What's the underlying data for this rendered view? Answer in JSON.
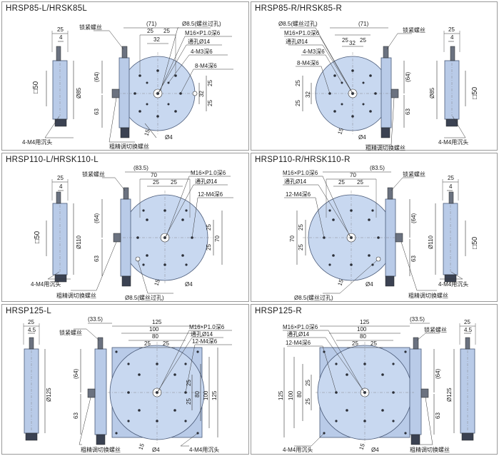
{
  "panels": [
    {
      "title": "HRSP85-L/HRSK85L",
      "labels": {
        "w25": "25",
        "w4": "4",
        "sq": "□50",
        "dia": "Ø85",
        "top71": "(71)",
        "d25a": "25",
        "d25b": "25",
        "d32": "32",
        "thru85": "Ø8.5(螺丝过孔)",
        "m16": "M16×P1.0深6",
        "thru14": "通孔Ø14",
        "m3": "4-M3深6",
        "m4": "8-M4深6",
        "h64": "(64)",
        "h63": "63",
        "v25": "25",
        "v32": "32",
        "v25b": "25",
        "b15": "15",
        "b4": "Ø4",
        "lock": "锁紧螺丝",
        "fine": "粗精调切换螺丝",
        "mount": "4-M4用沉头"
      }
    },
    {
      "title": "HRSP85-R/HRSK85-R",
      "labels": {
        "w25": "25",
        "w4": "4",
        "sq": "□50",
        "dia": "Ø85",
        "top71": "(71)",
        "d25a": "25",
        "d25b": "25",
        "d32": "32",
        "thru85": "Ø8.5(螺丝过孔)",
        "m16": "M16×P1.0深6",
        "thru14": "通孔Ø14",
        "m3": "4-M3深6",
        "m4": "8-M4深6",
        "h64": "(64)",
        "h63": "63",
        "v25": "25",
        "v32": "32",
        "v25b": "25",
        "b15": "15",
        "b4": "Ø4",
        "lock": "锁紧螺丝",
        "fine": "粗精调切换螺丝",
        "mount": "4-M4用沉头"
      }
    },
    {
      "title": "HRSP110-L/HRSK110-L",
      "labels": {
        "w25": "25",
        "w4": "4",
        "sq": "□50",
        "dia": "Ø110",
        "top": "(83.5)",
        "t70": "70",
        "d25a": "25",
        "d25b": "25",
        "m16": "M16×P1.0深6",
        "thru14": "通孔Ø14",
        "m4": "12-M4深6",
        "h64": "(64)",
        "h63": "63",
        "v25": "25",
        "v25b": "25",
        "v70": "70",
        "b15": "15",
        "b4": "Ø4",
        "thru85": "Ø8.5(螺丝过孔)",
        "lock": "锁紧螺丝",
        "fine": "粗精调切换螺丝",
        "mount": "4-M4用沉头"
      }
    },
    {
      "title": "HRSP110-R/HRSK110-R",
      "labels": {
        "w25": "25",
        "w4": "4",
        "sq": "□50",
        "dia": "Ø110",
        "top": "(83.5)",
        "t70": "70",
        "d25a": "25",
        "d25b": "25",
        "m16": "M16×P1.0深6",
        "thru14": "通孔Ø14",
        "m4": "12-M4深6",
        "h64": "(64)",
        "h63": "63",
        "v25": "25",
        "v25b": "25",
        "v70": "70",
        "b15": "15",
        "b4": "Ø4",
        "thru85": "Ø8.5(螺丝过孔)",
        "lock": "锁紧螺丝",
        "fine": "粗精调切换螺丝",
        "mount": "4-M4用沉头"
      }
    },
    {
      "title": "HRSP125-L",
      "labels": {
        "w25": "25",
        "w45": "4.5",
        "dia": "Ø125",
        "top": "(33.5)",
        "t125": "125",
        "t100": "100",
        "t80": "80",
        "d25a": "25",
        "d25b": "25",
        "m16": "M16×P1.0深6",
        "thru14": "通孔Ø14",
        "m4": "12-M4深6",
        "h64": "(64)",
        "h63": "63",
        "v25": "25",
        "v25b": "25",
        "v80": "80",
        "v100": "100",
        "v125": "125",
        "b15": "15",
        "b4": "Ø4",
        "lock": "锁紧螺丝",
        "fine": "粗精调切换螺丝",
        "mount": "4-M4用沉头"
      }
    },
    {
      "title": "HRSP125-R",
      "labels": {
        "w25": "25",
        "w45": "4.5",
        "dia": "Ø125",
        "top": "(33.5)",
        "t125": "125",
        "t100": "100",
        "t80": "80",
        "d25a": "25",
        "d25b": "25",
        "m16": "M16×P1.0深6",
        "thru14": "通孔Ø14",
        "m4": "12-M4深6",
        "h64": "(64)",
        "h63": "63",
        "v25": "25",
        "v25b": "25",
        "v80": "80",
        "v100": "100",
        "v125": "125",
        "b15": "15",
        "b4": "Ø4",
        "lock": "锁紧螺丝",
        "fine": "粗精调切换螺丝",
        "mount": "4-M4用沉头"
      }
    }
  ]
}
